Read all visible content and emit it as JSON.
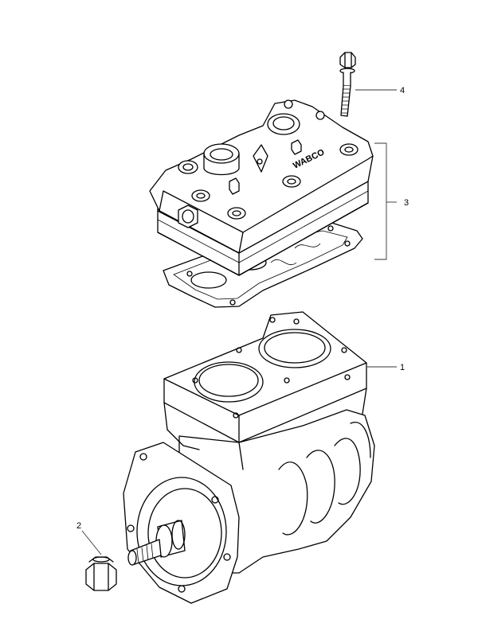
{
  "callouts": [
    {
      "id": "1",
      "label": "1"
    },
    {
      "id": "2",
      "label": "2"
    },
    {
      "id": "3",
      "label": "3"
    },
    {
      "id": "4",
      "label": "4"
    }
  ],
  "head_marking": "WABCO",
  "colors": {
    "line": "#000000",
    "background": "#ffffff"
  }
}
